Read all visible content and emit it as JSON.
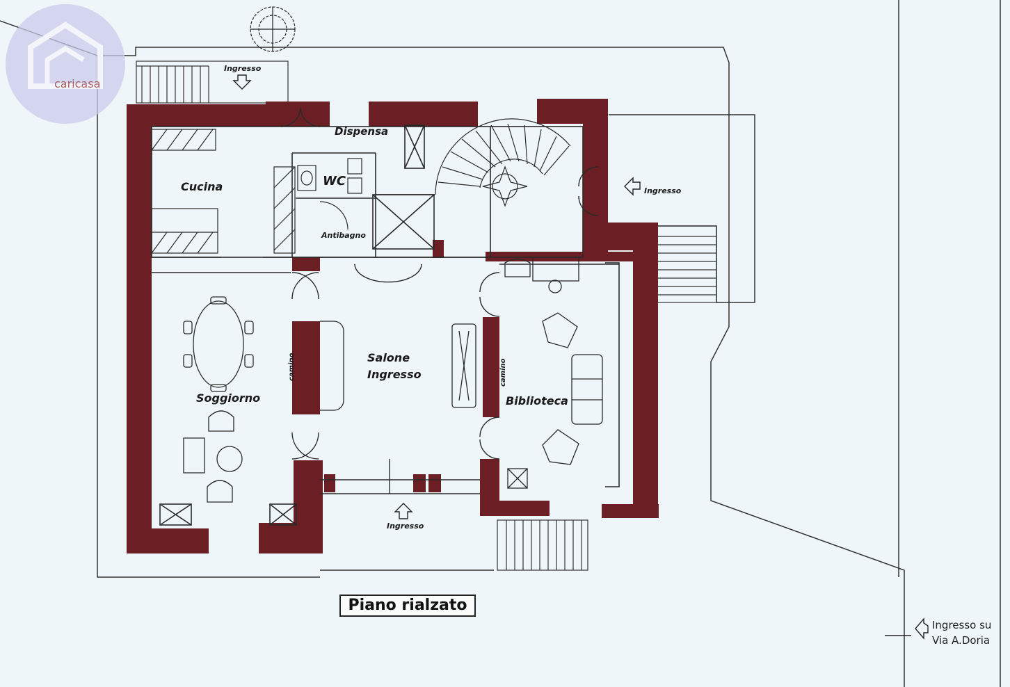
{
  "watermark": {
    "brand": "caricasa"
  },
  "plan_title": "Piano rialzato",
  "street_entrance": {
    "line1": "Ingresso su",
    "line2": "Via A.Doria"
  },
  "rooms": {
    "cucina": "Cucina",
    "dispensa": "Dispensa",
    "wc": "WC",
    "antibagno": "Antibagno",
    "salone_line1": "Salone",
    "salone_line2": "Ingresso",
    "soggiorno": "Soggiorno",
    "biblioteca": "Biblioteca",
    "camino_left": "camino",
    "camino_right": "camino"
  },
  "entrances": {
    "top_left": "Ingresso",
    "right": "Ingresso",
    "bottom": "Ingresso"
  },
  "colors": {
    "wall": "#6b1f24",
    "line": "#2a2a2a",
    "background": "#eef6f9",
    "watermark": "#9a9fd6"
  }
}
